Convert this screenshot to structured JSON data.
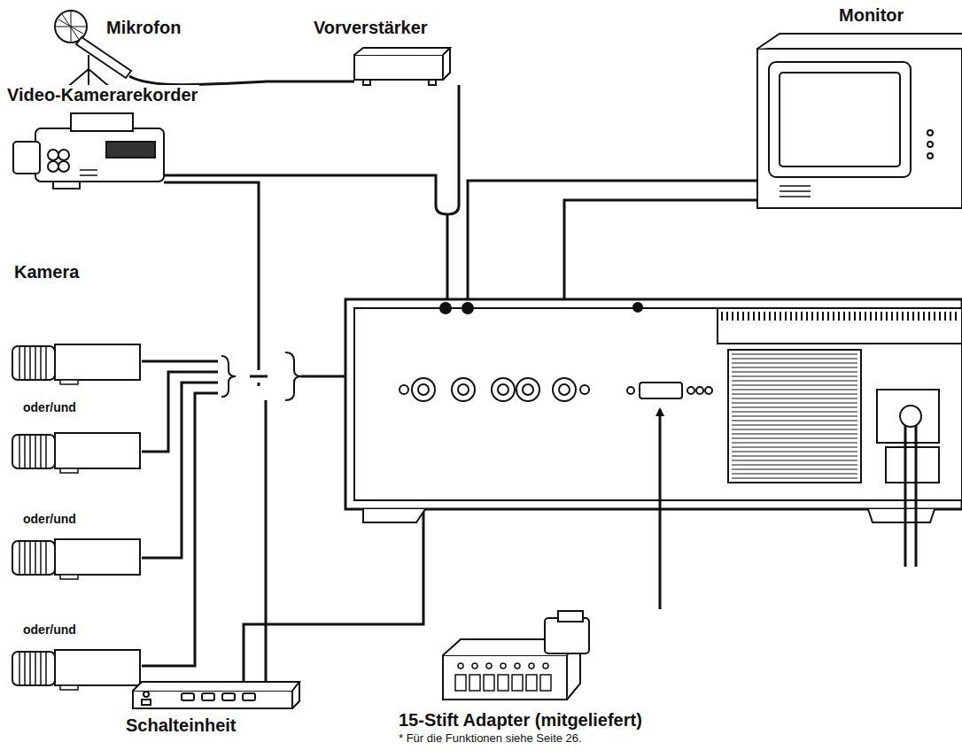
{
  "diagram": {
    "labels": [
      "Mikrofon",
      "Vorverstärker",
      "Monitor",
      "Video-Kamerarekorder",
      "Kamera",
      "oder/und",
      "oder/und",
      "oder/und",
      "15-Stift Adapter (mitgeliefert)",
      "* Für die Funktionen siehe Seite 26.",
      "Schalteinheit"
    ]
  }
}
